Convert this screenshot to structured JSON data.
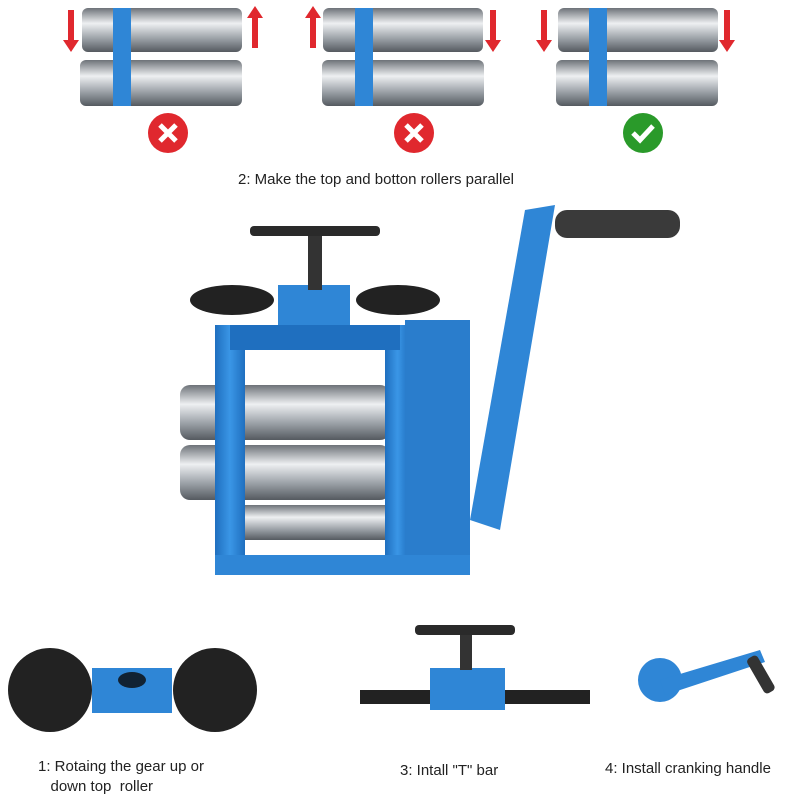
{
  "top_section": {
    "examples": [
      {
        "status": "wrong",
        "icon": "x-mark-icon",
        "color": "#e0282e"
      },
      {
        "status": "wrong",
        "icon": "x-mark-icon",
        "color": "#e0282e"
      },
      {
        "status": "correct",
        "icon": "check-mark-icon",
        "color": "#2a9a2a"
      }
    ],
    "caption": "2: Make the top and botton rollers parallel"
  },
  "steps": [
    {
      "caption_line1": "1: Rotaing the gear up or",
      "caption_line2": "   down top  roller"
    },
    {
      "caption_line1": "3: Intall \"T\" bar"
    },
    {
      "caption_line1": "4: Install cranking handle"
    }
  ],
  "colors": {
    "frame_blue": "#2f86d6",
    "steel": "#b8bcc0",
    "gear": "#222222"
  }
}
